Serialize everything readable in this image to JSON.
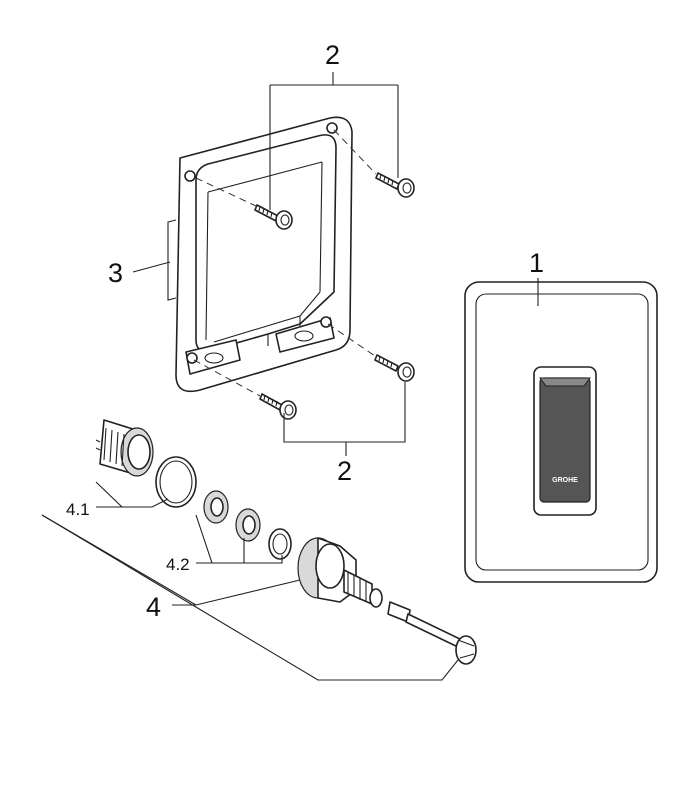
{
  "callouts": {
    "item_1": "1",
    "item_2_top": "2",
    "item_2_bottom": "2",
    "item_3": "3",
    "item_4": "4",
    "item_4_1": "4.1",
    "item_4_2": "4.2"
  },
  "plate": {
    "brand_mark": "GROHE"
  }
}
